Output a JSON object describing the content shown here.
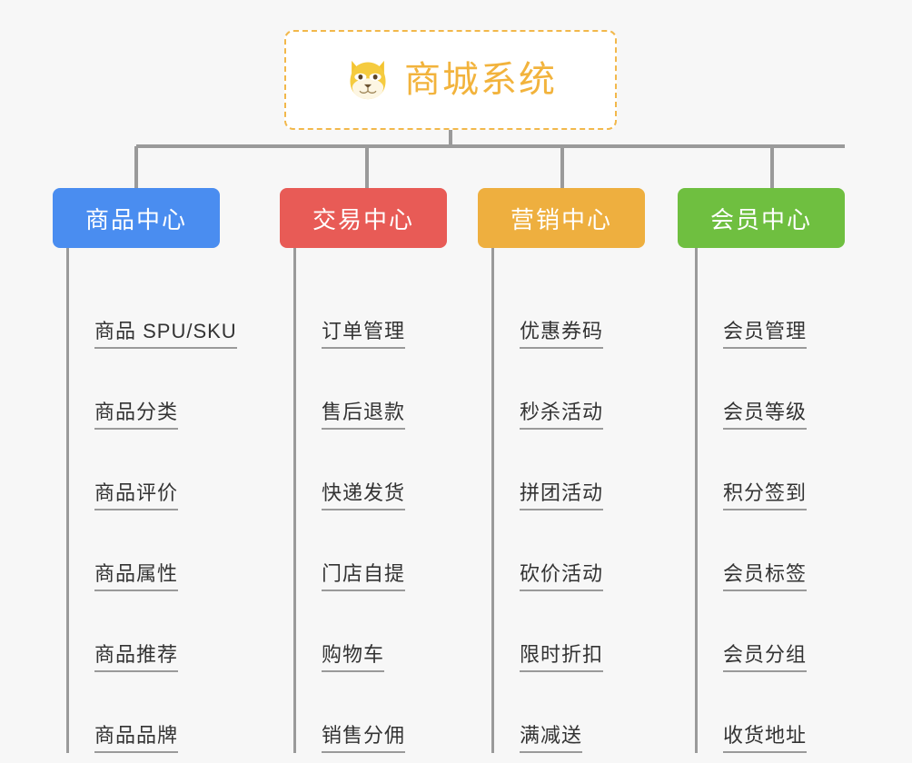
{
  "page": {
    "background_color": "#f7f7f7",
    "type": "mindmap-diagram"
  },
  "root": {
    "title": "商城系统",
    "icon": "shiba-dog-emoji",
    "text_color": "#f2b33c",
    "border_color": "#f2b84b",
    "background_color": "#ffffff"
  },
  "connector": {
    "color": "#9a9a9a"
  },
  "columns": [
    {
      "title": "商品中心",
      "color": "#4a8df0",
      "items": [
        "商品 SPU/SKU",
        "商品分类",
        "商品评价",
        "商品属性",
        "商品推荐",
        "商品品牌"
      ]
    },
    {
      "title": "交易中心",
      "color": "#e85b56",
      "items": [
        "订单管理",
        "售后退款",
        "快递发货",
        "门店自提",
        "购物车",
        "销售分佣"
      ]
    },
    {
      "title": "营销中心",
      "color": "#eeaf3f",
      "items": [
        "优惠券码",
        "秒杀活动",
        "拼团活动",
        "砍价活动",
        "限时折扣",
        "满减送"
      ]
    },
    {
      "title": "会员中心",
      "color": "#6fbf40",
      "items": [
        "会员管理",
        "会员等级",
        "积分签到",
        "会员标签",
        "会员分组",
        "收货地址"
      ]
    }
  ]
}
